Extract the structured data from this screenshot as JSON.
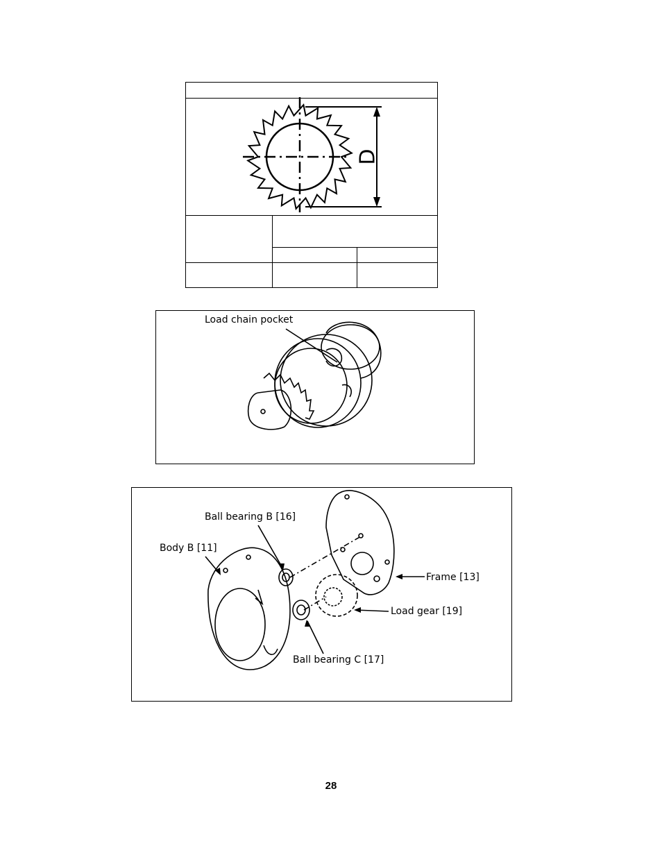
{
  "gear_diagram": {
    "dimension_label": "D"
  },
  "figure_load_sheave": {
    "callout": "Load chain pocket"
  },
  "figure_exploded": {
    "callouts": {
      "ball_bearing_b": "Ball bearing B [16]",
      "body_b": "Body B [11]",
      "frame": "Frame [13]",
      "load_gear": "Load gear [19]",
      "ball_bearing_c": "Ball bearing C [17]"
    }
  },
  "page_number": "28"
}
